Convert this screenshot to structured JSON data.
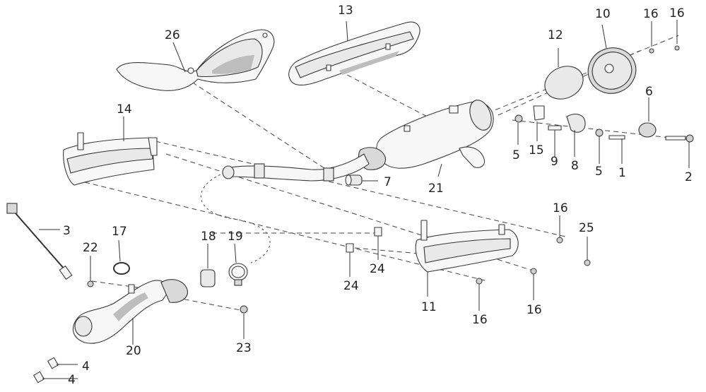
{
  "diagram": {
    "callouts": [
      {
        "id": "c1",
        "text": "1"
      },
      {
        "id": "c2",
        "text": "2"
      },
      {
        "id": "c3",
        "text": "3"
      },
      {
        "id": "c4a",
        "text": "4"
      },
      {
        "id": "c4b",
        "text": "4"
      },
      {
        "id": "c5a",
        "text": "5"
      },
      {
        "id": "c5b",
        "text": "5"
      },
      {
        "id": "c6",
        "text": "6"
      },
      {
        "id": "c7",
        "text": "7"
      },
      {
        "id": "c8",
        "text": "8"
      },
      {
        "id": "c9",
        "text": "9"
      },
      {
        "id": "c10",
        "text": "10"
      },
      {
        "id": "c11",
        "text": "11"
      },
      {
        "id": "c12",
        "text": "12"
      },
      {
        "id": "c13",
        "text": "13"
      },
      {
        "id": "c14",
        "text": "14"
      },
      {
        "id": "c15",
        "text": "15"
      },
      {
        "id": "c16a",
        "text": "16"
      },
      {
        "id": "c16b",
        "text": "16"
      },
      {
        "id": "c16c",
        "text": "16"
      },
      {
        "id": "c16d",
        "text": "16"
      },
      {
        "id": "c16e",
        "text": "16"
      },
      {
        "id": "c17",
        "text": "17"
      },
      {
        "id": "c18",
        "text": "18"
      },
      {
        "id": "c19",
        "text": "19"
      },
      {
        "id": "c20",
        "text": "20"
      },
      {
        "id": "c21",
        "text": "21"
      },
      {
        "id": "c22",
        "text": "22"
      },
      {
        "id": "c23",
        "text": "23"
      },
      {
        "id": "c24a",
        "text": "24"
      },
      {
        "id": "c24b",
        "text": "24"
      },
      {
        "id": "c25",
        "text": "25"
      },
      {
        "id": "c26",
        "text": "26"
      }
    ]
  }
}
